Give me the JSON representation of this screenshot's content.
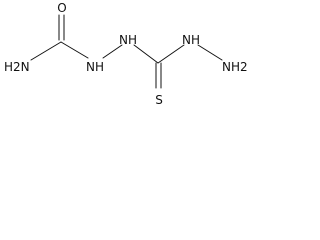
{
  "molecule": {
    "atoms": {
      "carbonyl_oxygen": "O",
      "amide_nitrogen": "H2N",
      "hydrazide_nh_left": "NH",
      "hydrazide_nh_right": "NH",
      "thio_sulfur": "S",
      "hydrazine_nh": "NH",
      "terminal_amine": "NH2"
    },
    "colors": {
      "ink": "#111111",
      "background": "#ffffff"
    }
  }
}
